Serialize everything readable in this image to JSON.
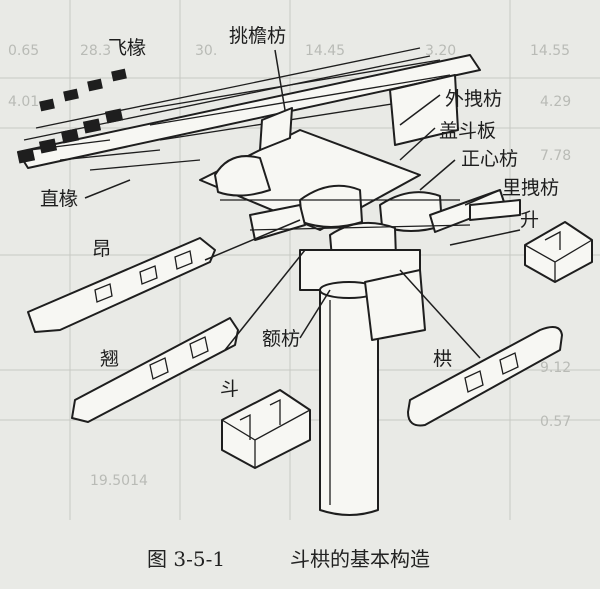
{
  "caption": {
    "number": "图 3-5-1",
    "title": "斗栱的基本构造"
  },
  "labels": {
    "feichuan": "飞椽",
    "tiaoyanfang": "挑檐枋",
    "waizhuaifang": "外拽枋",
    "gaidouban": "盖斗板",
    "zhengxinfang": "正心枋",
    "lizhuaifang": "里拽枋",
    "zhichuan": "直椽",
    "sheng": "升",
    "ang": "昂",
    "qiao": "翘",
    "efang": "额枋",
    "gong": "栱",
    "dou": "斗"
  },
  "background_table_text": [
    "0.65",
    "28.3",
    "30.",
    "14.45",
    "3.20",
    "14.55",
    "4.01",
    "4.29",
    "7.78",
    "9.12",
    "0.57",
    "19.5014"
  ]
}
